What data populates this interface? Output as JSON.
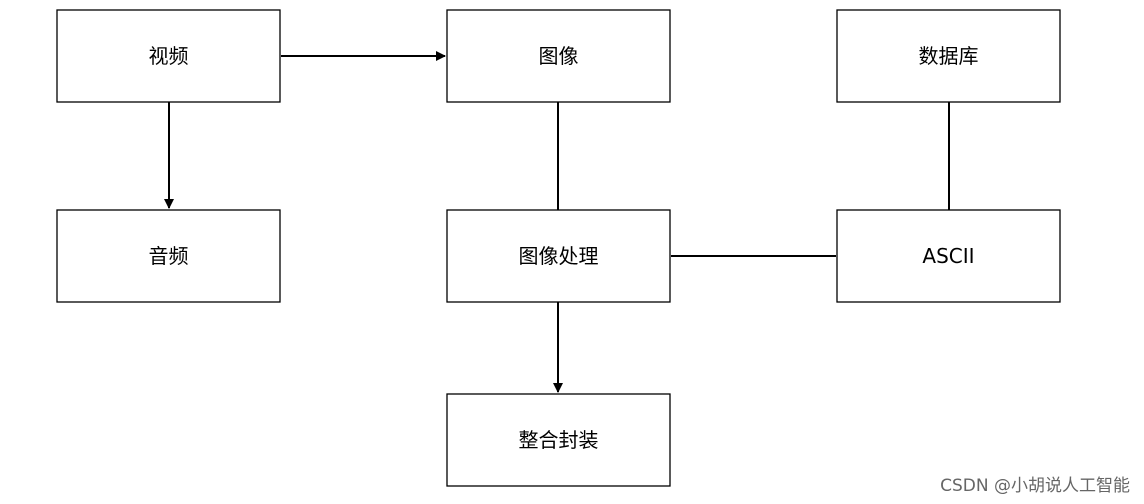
{
  "nodes": {
    "video": "视频",
    "image": "图像",
    "database": "数据库",
    "audio": "音频",
    "image_processing": "图像处理",
    "ascii": "ASCII",
    "integrate_package": "整合封装"
  },
  "edges": [
    {
      "from": "video",
      "to": "image",
      "arrow": true
    },
    {
      "from": "video",
      "to": "audio",
      "arrow": true
    },
    {
      "from": "image",
      "to": "image_processing",
      "arrow": false
    },
    {
      "from": "database",
      "to": "ascii",
      "arrow": false
    },
    {
      "from": "image_processing",
      "to": "ascii",
      "arrow": false
    },
    {
      "from": "image_processing",
      "to": "integrate_package",
      "arrow": true
    }
  ],
  "colors": {
    "stroke": "#000000",
    "fill": "#ffffff",
    "watermark": "#666666"
  },
  "watermark": "CSDN @小胡说人工智能"
}
